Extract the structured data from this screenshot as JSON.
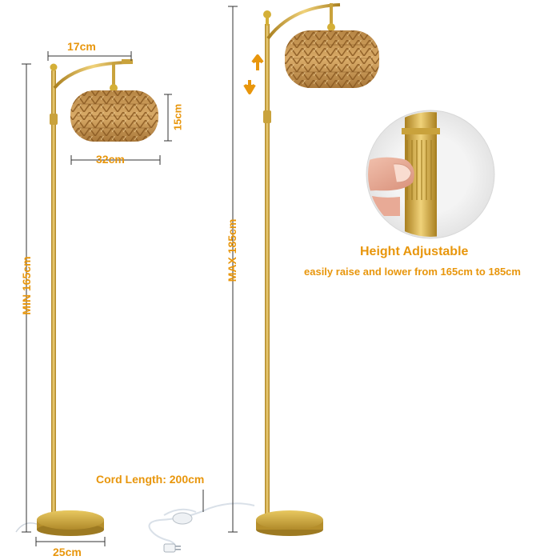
{
  "dimensions": {
    "arm_width": "17cm",
    "shade_height": "15cm",
    "shade_diameter": "32cm",
    "min_height": "MIN 165cm",
    "max_height": "MAX 185cm",
    "base_diameter": "25cm",
    "cord_length": "Cord Length: 200cm"
  },
  "feature": {
    "title": "Height Adjustable",
    "description": "easily raise and lower from 165cm to 185cm"
  },
  "colors": {
    "accent": "#e8960c",
    "gold": "#d4af37",
    "rattan": "#c89a57",
    "dimension_line": "#333333"
  },
  "icons": {
    "adjust": "up-down-arrows-icon"
  }
}
